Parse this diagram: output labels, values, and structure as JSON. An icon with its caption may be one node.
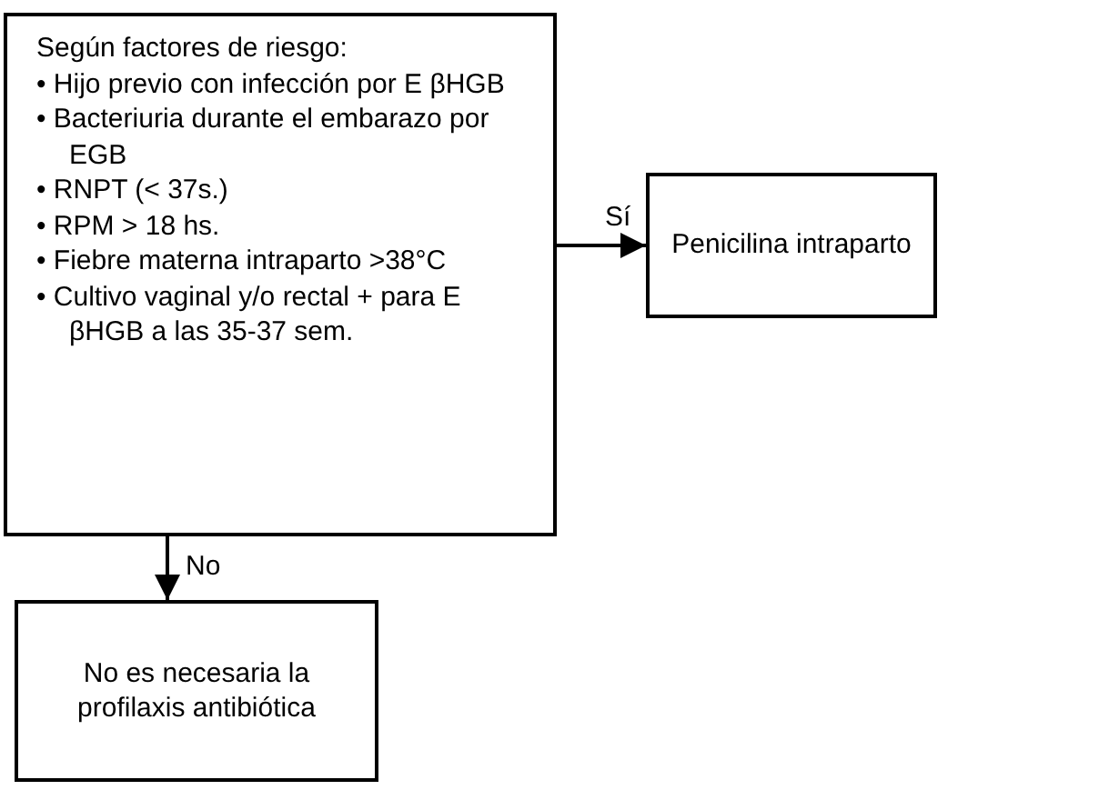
{
  "diagram": {
    "nodes": [
      {
        "text": [
          "Según factores de riesgo:",
          "• Hijo previo con infección por E βHGB",
          "• Bacteriuria durante el embarazo por EGB",
          "• RNPT (< 37s.)",
          "• RPM > 18 hs.",
          "• Fiebre materna intraparto >38°C",
          "• Cultivo vaginal y/o rectal + para E βHGB a las 35-37 sem."
        ]
      },
      {
        "text": [
          "Penicilina intraparto"
        ]
      },
      {
        "text": [
          "No es necesaria la profilaxis antibiótica"
        ]
      }
    ],
    "edges": [
      {
        "from": 0,
        "to": 1,
        "arrow": "to",
        "label": "Sí"
      },
      {
        "from": 0,
        "to": 2,
        "arrow": "to",
        "label": "No"
      }
    ]
  }
}
